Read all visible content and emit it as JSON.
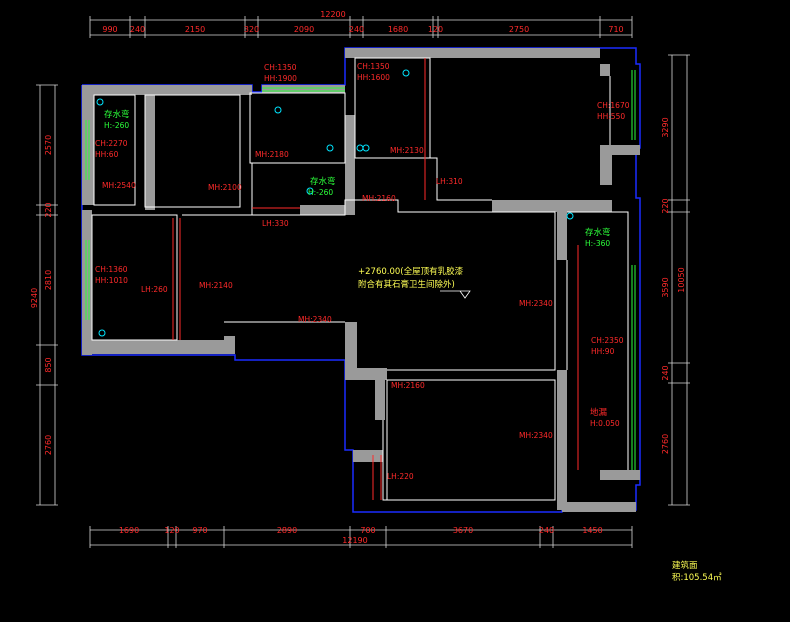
{
  "colors": {
    "wall": "#9a9a9a",
    "outline": "#ffffff",
    "boundary": "#1a2cff",
    "dim_line": "#d8d8d8",
    "dim_text": "#ff2a2a",
    "label_red": "#ff2a2a",
    "label_green": "#2bff3a",
    "label_yellow": "#ffff55",
    "fixture": "#00e5ff",
    "background": "#000000"
  },
  "dimensions": {
    "top_total": "12200",
    "top_segments": [
      "990",
      "240",
      "2150",
      "320",
      "2090",
      "240",
      "1680",
      "120",
      "2750",
      "710"
    ],
    "bottom_total": "12190",
    "bottom_segments": [
      "1690",
      "120",
      "970",
      "2890",
      "700",
      "3670",
      "240",
      "1450"
    ],
    "left_total": "9240",
    "left_segments": [
      "2570",
      "220",
      "2810",
      "850",
      "2760"
    ],
    "right_total": "10050",
    "right_segments": [
      "3290",
      "220",
      "3590",
      "240",
      "2760"
    ]
  },
  "labels": {
    "ch_1350_a": "CH:1350",
    "hh_1900_a": "HH:1900",
    "ch_1350_b": "CH:1350",
    "hh_1600": "HH:1600",
    "ch_1670": "CH:1670",
    "hh_550": "HH:550",
    "water_1": "存水弯",
    "water_1_h": "H:-260",
    "ch_2270": "CH:2270",
    "hh_60": "HH:60",
    "mh_2540": "MH:2540",
    "mh_2100_a": "MH:2100",
    "mh_2180": "MH:2180",
    "water_2": "存水弯",
    "water_2_h": "H:-260",
    "mh_2130": "MH:2130",
    "lh_310": "LH:310",
    "mh_2160_a": "MH:2160",
    "lh_330": "LH:330",
    "water_3": "存水弯",
    "water_3_h": "H:-360",
    "ch_1360": "CH:1360",
    "hh_1010": "HH:1010",
    "lh_260": "LH:260",
    "mh_2140": "MH:2140",
    "ceiling_note_1": "+2760.00(全屋顶有乳胶漆",
    "ceiling_note_2": "附合有其石膏卫生间除外)",
    "mh_2340_a": "MH:2340",
    "mh_2340_b": "MH:2340",
    "ch_2350": "CH:2350",
    "hh_90": "HH:90",
    "mh_2160_b": "MH:2160",
    "mh_2340_c": "MH:2340",
    "floor_drain": "地漏",
    "floor_drain_h": "H:0.050",
    "lh_220": "LH:220",
    "area_title": "建筑面",
    "area_value": "积:105.54㎡"
  }
}
